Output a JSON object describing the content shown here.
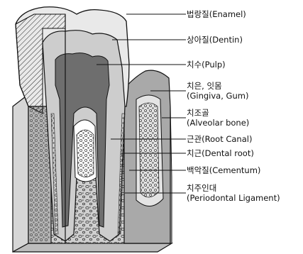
{
  "labels": {
    "enamel": "법랑질(Enamel)",
    "dentin": "상아질(Dentin)",
    "pulp": "치수(Pulp)",
    "gum_line1": "치은, 잇몸",
    "gum_line2": "(Gingiva, Gum)",
    "alveolar_line1": "치조골",
    "alveolar_line2": "(Alveolar bone)",
    "root_canal": "근관(Root Canal)",
    "dental_root": "치근(Dental root)",
    "cementum": "백악질(Cementum)",
    "periodontal_line1": "치주인대",
    "periodontal_line2": "(Periodontal Ligament)"
  }
}
